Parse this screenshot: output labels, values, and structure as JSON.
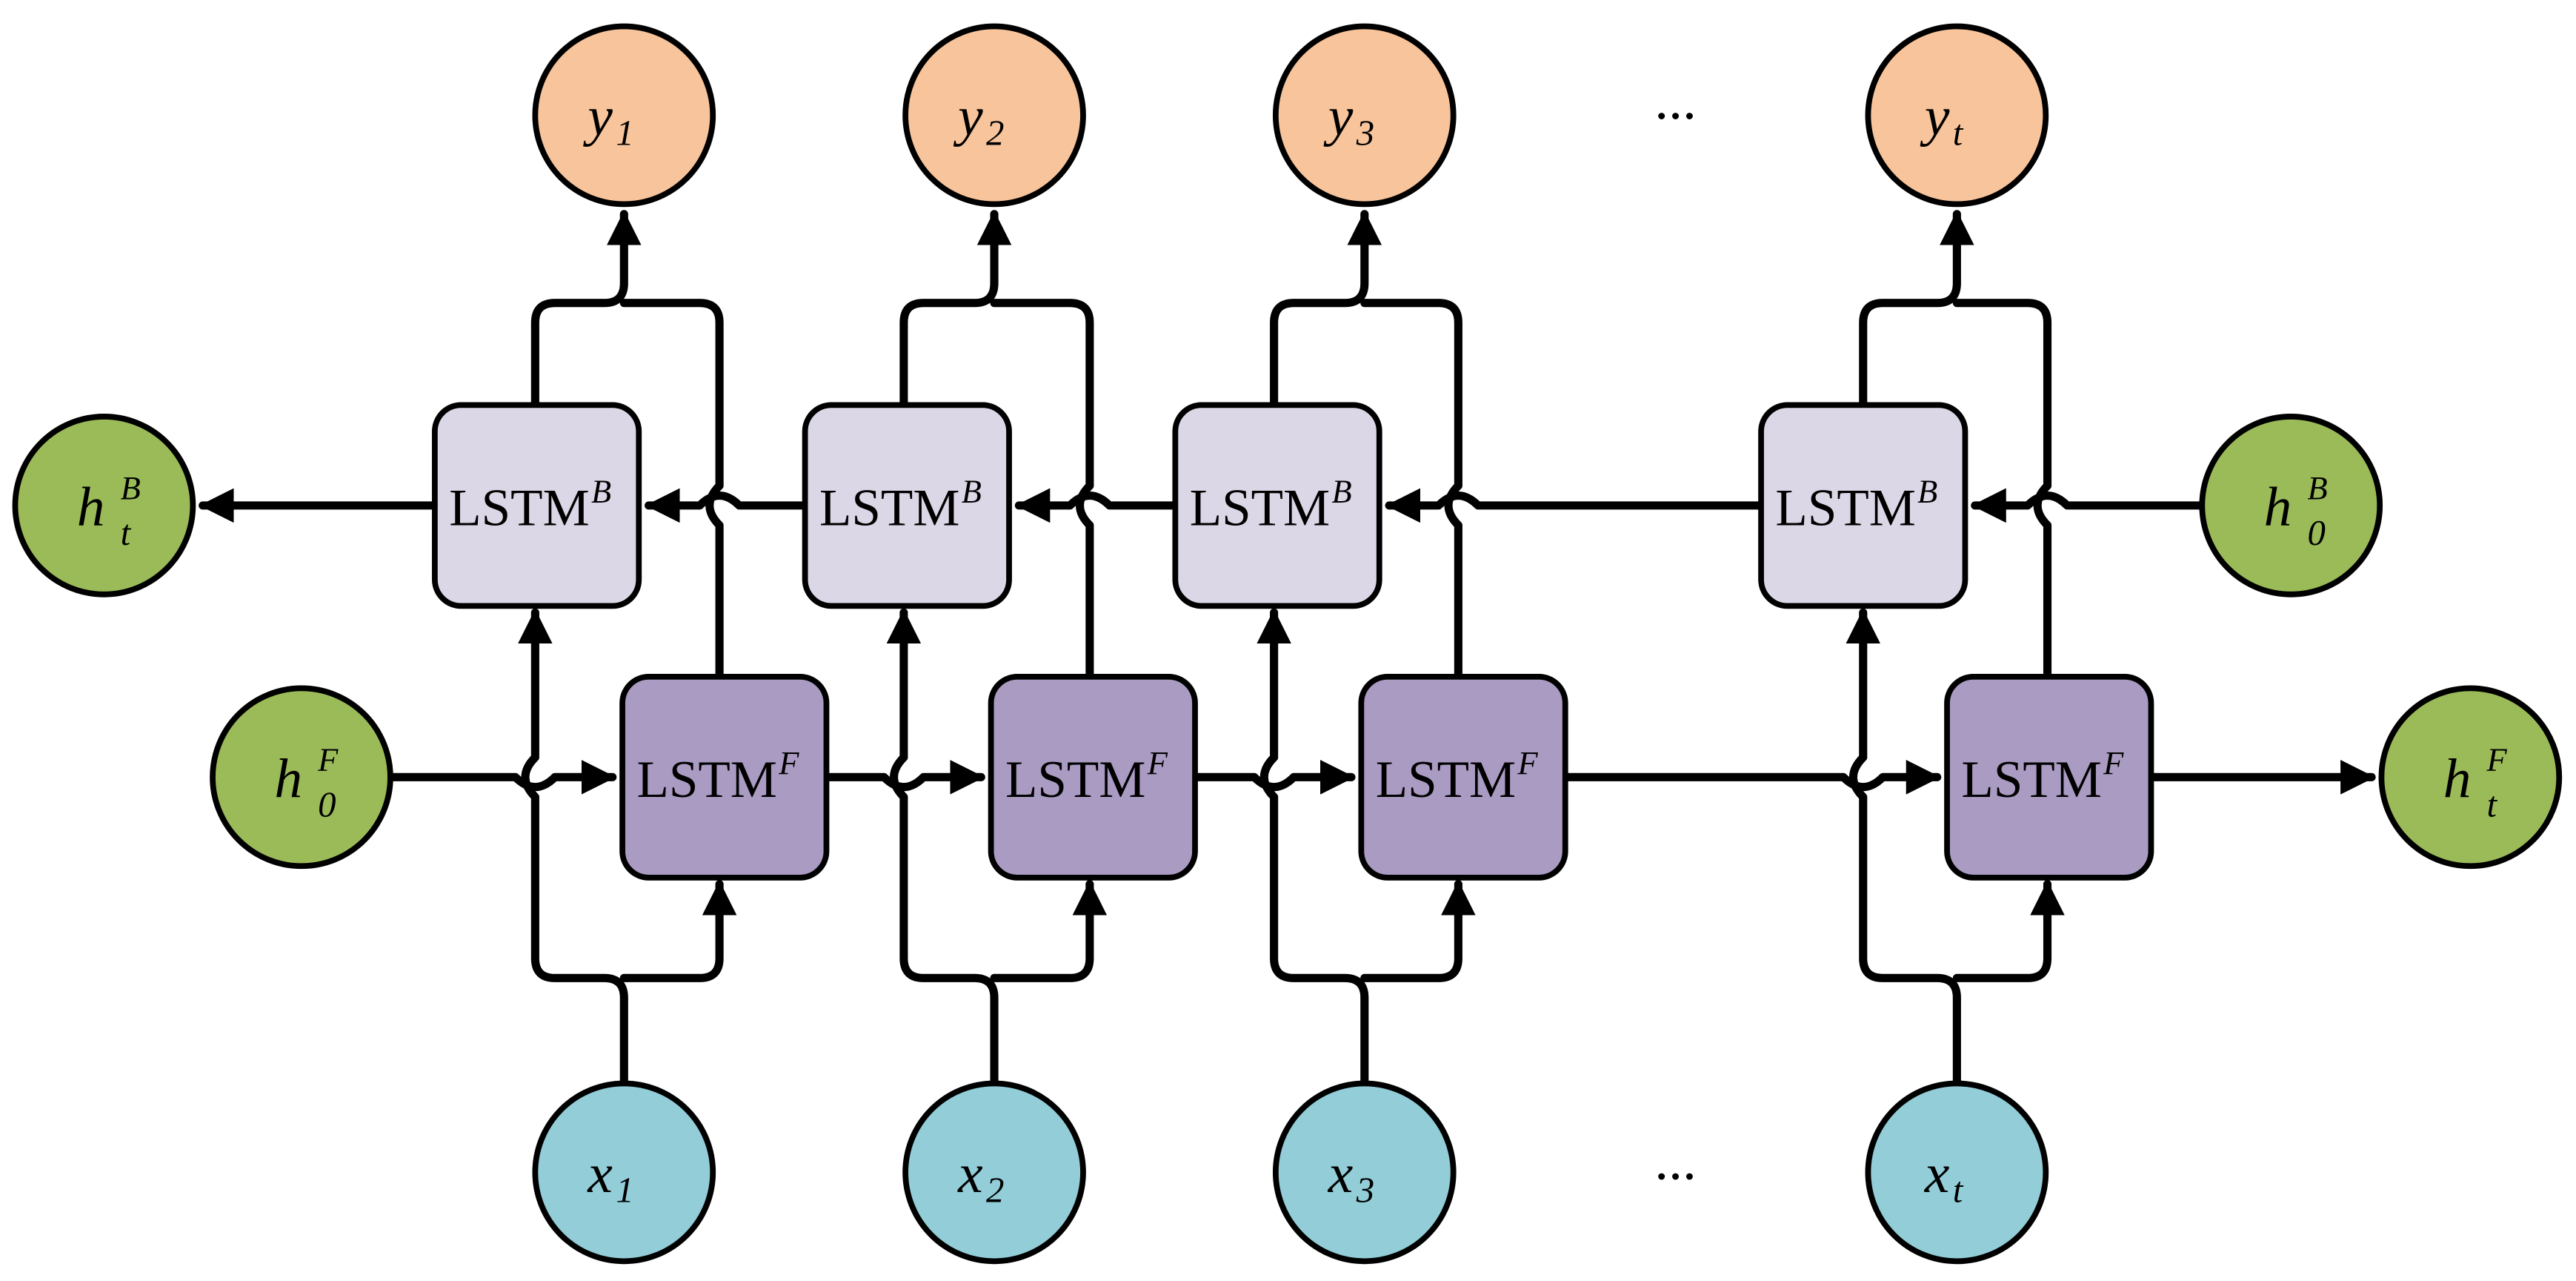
{
  "colors": {
    "output_fill": "#F8C49B",
    "input_fill": "#92CDD8",
    "state_fill": "#9BBB59",
    "lstm_b_fill": "#DCD7E6",
    "lstm_f_fill": "#A99BC2",
    "stroke": "#000000"
  },
  "outputs": [
    {
      "base": "y",
      "sub": "1"
    },
    {
      "base": "y",
      "sub": "2"
    },
    {
      "base": "y",
      "sub": "3"
    },
    {
      "base": "y",
      "sub": "t"
    }
  ],
  "inputs": [
    {
      "base": "x",
      "sub": "1"
    },
    {
      "base": "x",
      "sub": "2"
    },
    {
      "base": "x",
      "sub": "3"
    },
    {
      "base": "x",
      "sub": "t"
    }
  ],
  "ellipsis": "...",
  "lstm_backward": {
    "base": "LSTM",
    "sup": "B"
  },
  "lstm_forward": {
    "base": "LSTM",
    "sup": "F"
  },
  "states": {
    "h_t_B": {
      "base": "h",
      "sup": "B",
      "sub": "t"
    },
    "h_0_B": {
      "base": "h",
      "sup": "B",
      "sub": "0"
    },
    "h_0_F": {
      "base": "h",
      "sup": "F",
      "sub": "0"
    },
    "h_t_F": {
      "base": "h",
      "sup": "F",
      "sub": "t"
    }
  }
}
